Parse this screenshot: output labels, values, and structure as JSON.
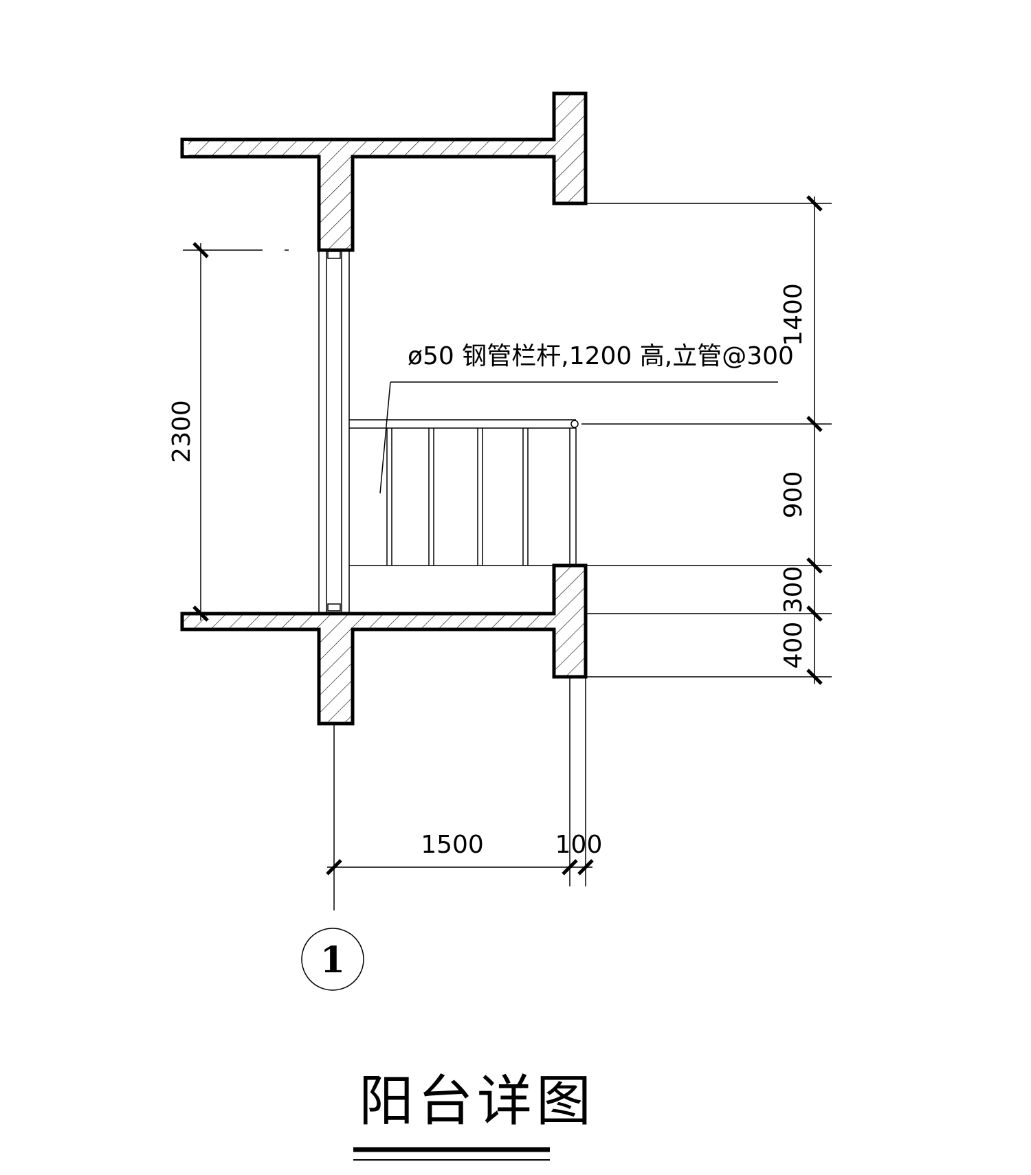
{
  "drawing": {
    "title": "阳台详图",
    "note": "ø50 钢管栏杆,1200 高,立管@300",
    "axis_label": "1",
    "dimensions": {
      "left_opening": "2300",
      "right_upper": "1400",
      "right_railing": "900",
      "right_parapet": "300",
      "right_beam": "400",
      "bottom_depth": "1500",
      "bottom_wall": "100"
    }
  }
}
